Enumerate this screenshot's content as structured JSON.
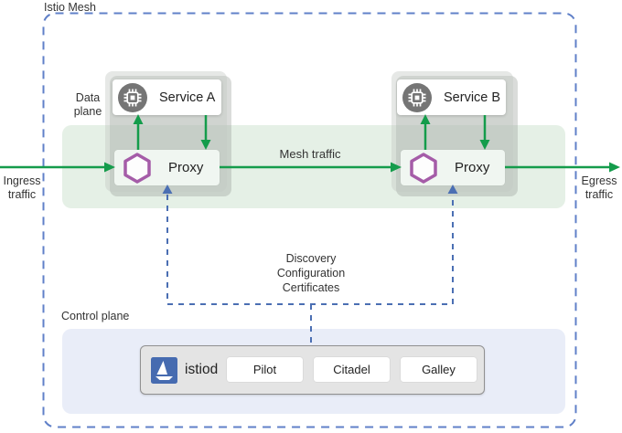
{
  "colors": {
    "mesh_border_blue": "#6080c8",
    "connector_blue": "#4b6fb3",
    "traffic_green": "#149c4b",
    "proxy_purple": "#a55ca8",
    "istio_blue": "#466bb0",
    "data_plane_band": "#e5f0e6",
    "control_plane_bg": "#e9edf8"
  },
  "mesh": {
    "title": "Istio Mesh"
  },
  "data_plane": {
    "label": "Data\nplane",
    "clusters": [
      {
        "service": "Service A",
        "proxy": "Proxy"
      },
      {
        "service": "Service B",
        "proxy": "Proxy"
      }
    ]
  },
  "traffic": {
    "ingress": "Ingress\ntraffic",
    "egress": "Egress\ntraffic",
    "mesh": "Mesh traffic"
  },
  "connector": {
    "label": "Discovery\nConfiguration\nCertificates"
  },
  "control_plane": {
    "label": "Control plane",
    "istiod": {
      "name": "istiod",
      "components": [
        "Pilot",
        "Citadel",
        "Galley"
      ]
    }
  }
}
